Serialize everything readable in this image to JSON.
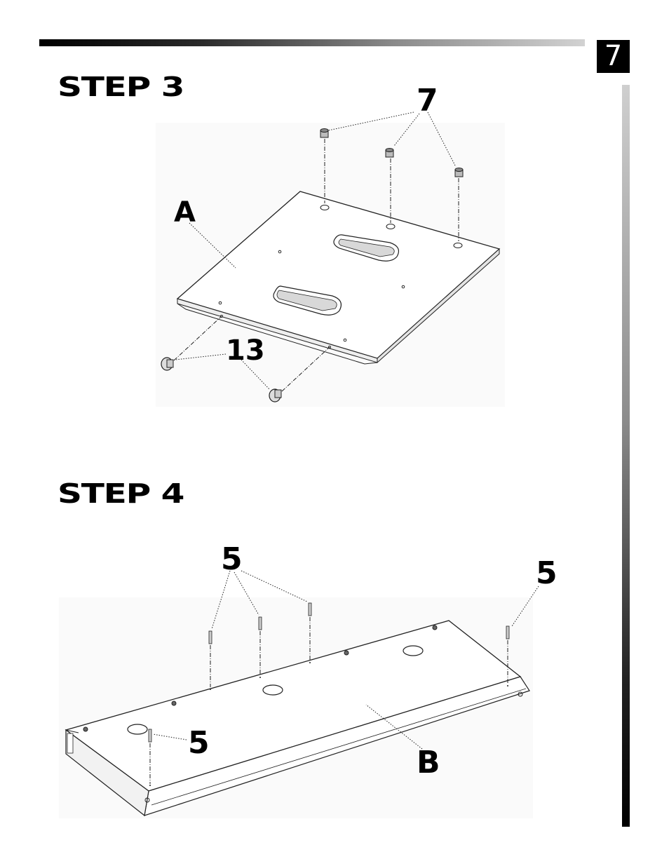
{
  "page": {
    "number": "7"
  },
  "step3": {
    "title": "STEP 3",
    "callouts": {
      "nut": "7",
      "panel": "A",
      "knob": "13"
    }
  },
  "step4": {
    "title": "STEP 4",
    "callouts": {
      "dowel_group": "5",
      "dowel_right": "5",
      "dowel_left": "5",
      "panel": "B"
    }
  }
}
